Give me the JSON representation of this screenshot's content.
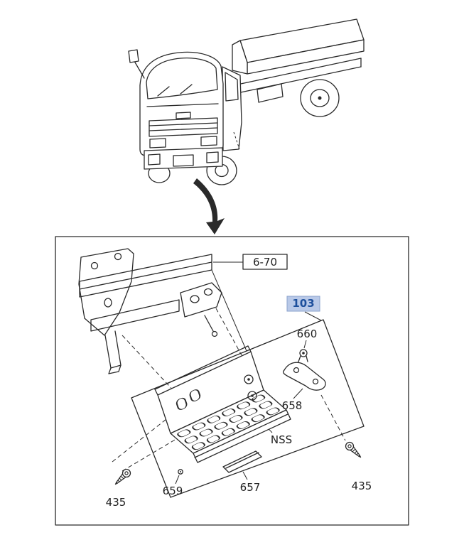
{
  "colors": {
    "line": "#2a2a2a",
    "background": "#ffffff",
    "highlight_bg": "#b9c9e8",
    "highlight_border": "#8aa2cc",
    "highlight_text": "#1d4f9c"
  },
  "callouts": {
    "frame_section_ref": "6-70",
    "selected_assembly": "103",
    "clip": "660",
    "bracket": "658",
    "not_serviced": "NSS",
    "pad": "657",
    "grommet": "659",
    "screw_left": "435",
    "screw_right": "435"
  }
}
